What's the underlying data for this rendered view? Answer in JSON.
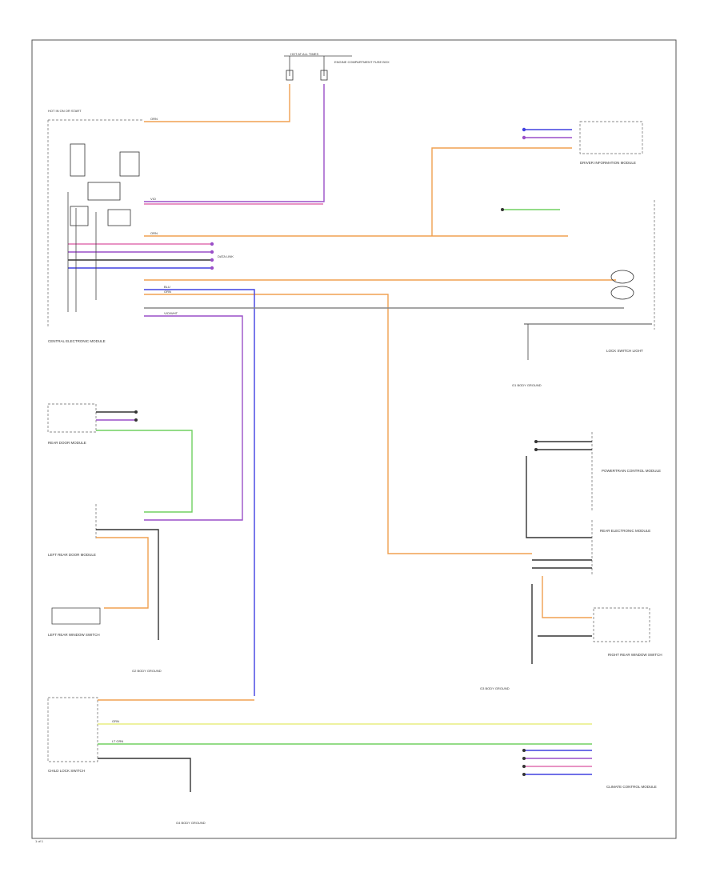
{
  "frame_label": "1 of 1",
  "components": [
    {
      "id": "fuse_top",
      "label": "HOT AT ALL TIMES"
    },
    {
      "id": "fuse_box",
      "label": "ENGINE COMPARTMENT FUSE BOX"
    },
    {
      "id": "hot_on",
      "label": "HOT IN ON OR START"
    },
    {
      "id": "cem",
      "label": "CENTRAL ELECTRONIC MODULE"
    },
    {
      "id": "driver_info",
      "label": "DRIVER INFORMATION MODULE"
    },
    {
      "id": "lock_switch",
      "label": "LOCK SWITCH LIGHT"
    },
    {
      "id": "rear_door",
      "label": "REAR DOOR MODULE"
    },
    {
      "id": "left_rear_door",
      "label": "LEFT REAR DOOR MODULE"
    },
    {
      "id": "left_rear_switch",
      "label": "LEFT REAR WINDOW SWITCH"
    },
    {
      "id": "powertrain",
      "label": "POWERTRAIN CONTROL MODULE"
    },
    {
      "id": "rear_elec",
      "label": "REAR ELECTRONIC MODULE"
    },
    {
      "id": "right_rear_switch",
      "label": "RIGHT REAR WINDOW SWITCH"
    },
    {
      "id": "child_switch",
      "label": "CHILD LOCK SWITCH"
    },
    {
      "id": "climate",
      "label": "CLIMATE CONTROL MODULE"
    },
    {
      "id": "g1",
      "label": "G1 BODY GROUND"
    },
    {
      "id": "g2",
      "label": "G2 BODY GROUND"
    },
    {
      "id": "g3",
      "label": "G3 BODY GROUND"
    },
    {
      "id": "g4",
      "label": "G4 BODY GROUND"
    }
  ],
  "wire_labels": {
    "orn_top": "ORN",
    "vio_top": "VIO",
    "orn_cem": "ORN",
    "vio_cem": "VIO/WHT",
    "data_bus": "DATA LINK",
    "grn_climate": "GRN",
    "ltgrn_climate": "LT GRN",
    "orn_center": "ORN",
    "blu": "BLU"
  },
  "colors": {
    "orange": "#f0a050",
    "violet": "#9a4fc8",
    "pink": "#e070b0",
    "blue": "#4040e0",
    "yellow": "#e8ee80",
    "green": "#70d060",
    "black": "#222222",
    "frame": "#555555"
  }
}
